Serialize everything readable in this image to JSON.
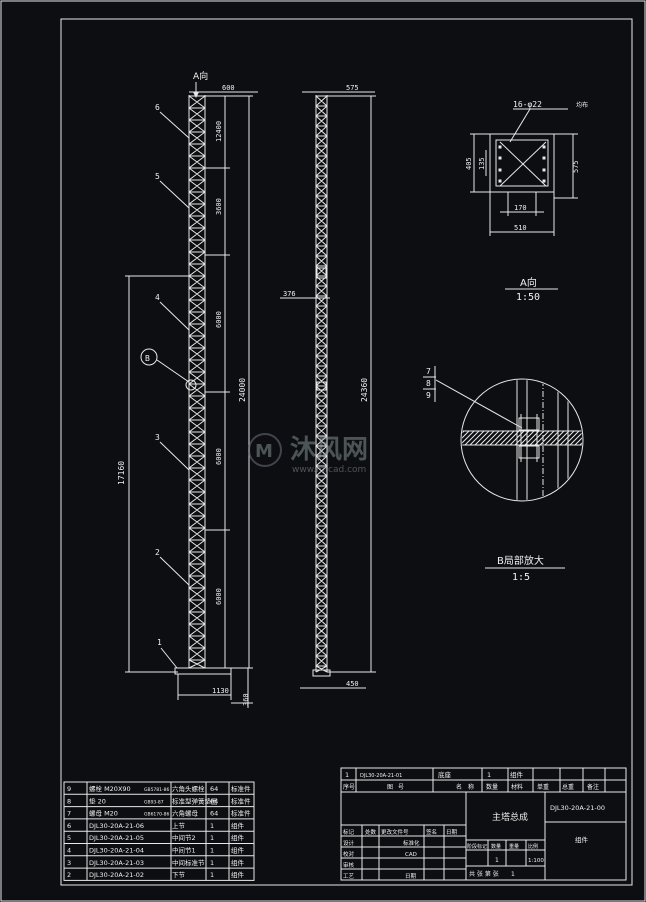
{
  "main_view": {
    "direction_label": "A向",
    "top_width": "600",
    "segment_dims": [
      "12400",
      "3600",
      "6000",
      "6000",
      "6000"
    ],
    "total_height": "24000",
    "offset_height": "17160",
    "base_width": "1130",
    "base_height": "360",
    "parts": [
      "6",
      "5",
      "4",
      "3",
      "2",
      "1"
    ],
    "detail_callout": "B"
  },
  "side_view": {
    "top_width": "575",
    "mid_width": "376",
    "total_height": "24360",
    "bottom_width": "450"
  },
  "view_a": {
    "hole_note": "16-φ22",
    "hole_note_suffix": "均布",
    "dim_left": "405",
    "dim_inner": "135",
    "dim_right": "575",
    "dim_inner_bottom": "170",
    "dim_bottom": "510",
    "title": "A向",
    "scale": "1:50"
  },
  "detail_b": {
    "callouts": [
      "7",
      "8",
      "9"
    ],
    "title": "B局部放大",
    "scale": "1:5"
  },
  "watermark": {
    "cn": "沐风网",
    "url": "www.mfcad.com"
  },
  "bom": {
    "rows": [
      {
        "no": "9",
        "code": "螺栓 M20X90",
        "std": "GB5781-86",
        "name": "六角头螺栓",
        "qty": "64",
        "kind": "标准件"
      },
      {
        "no": "8",
        "code": "垫 20",
        "std": "GB93-87",
        "name": "标准型弹簧垫圈",
        "qty": "64",
        "kind": "标准件"
      },
      {
        "no": "7",
        "code": "螺母 M20",
        "std": "GB6170-86",
        "name": "六角螺母",
        "qty": "64",
        "kind": "标准件"
      },
      {
        "no": "6",
        "code": "DJL30-20A-21-06",
        "std": "",
        "name": "上节",
        "qty": "1",
        "kind": "组件"
      },
      {
        "no": "5",
        "code": "DJL30-20A-21-05",
        "std": "",
        "name": "中间节2",
        "qty": "1",
        "kind": "组件"
      },
      {
        "no": "4",
        "code": "DJL30-20A-21-04",
        "std": "",
        "name": "中间节1",
        "qty": "1",
        "kind": "组件"
      },
      {
        "no": "3",
        "code": "DJL30-20A-21-03",
        "std": "",
        "name": "中间标准节",
        "qty": "1",
        "kind": "组件"
      },
      {
        "no": "2",
        "code": "DJL30-20A-21-02",
        "std": "",
        "name": "下节",
        "qty": "1",
        "kind": "组件"
      }
    ]
  },
  "title_block": {
    "row1": {
      "no": "1",
      "code": "DJL30-20A-21-01",
      "name": "底座",
      "qty": "1",
      "kind": "组件"
    },
    "header": [
      "序号",
      "图",
      "号",
      "名",
      "称",
      "数量",
      "材料",
      "单重",
      "总重",
      "备注"
    ],
    "drawing_name": "主塔总成",
    "drawing_no": "DJL30-20A-21-00",
    "part_type": "组件",
    "rev_headers": [
      "标记",
      "处数",
      "更改文件号",
      "签名",
      "日期"
    ],
    "sign_rows": [
      "设计",
      "标准化",
      "校对",
      "CAD",
      "审核",
      "工艺",
      "日期"
    ],
    "stage_headers": [
      "阶段标记",
      "数量",
      "重量",
      "比例"
    ],
    "qty": "1",
    "scale": "1:100",
    "sheet": "共 张 第 张",
    "sheet_num": "1"
  }
}
